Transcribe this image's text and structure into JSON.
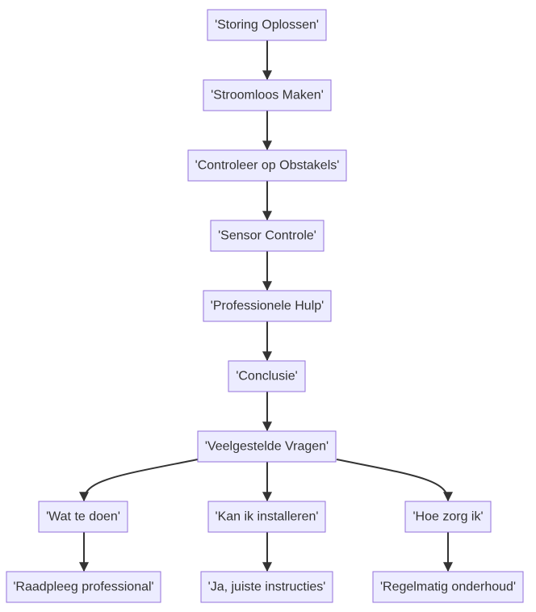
{
  "diagram": {
    "nodes": [
      {
        "id": "storing",
        "label": "'Storing Oplossen'"
      },
      {
        "id": "stroomloos",
        "label": "'Stroomloos Maken'"
      },
      {
        "id": "controleer",
        "label": "'Controleer op Obstakels'"
      },
      {
        "id": "sensor",
        "label": "'Sensor Controle'"
      },
      {
        "id": "hulp",
        "label": "'Professionele Hulp'"
      },
      {
        "id": "conclusie",
        "label": "'Conclusie'"
      },
      {
        "id": "vragen",
        "label": "'Veelgestelde Vragen'"
      },
      {
        "id": "watdoen",
        "label": "'Wat te doen'"
      },
      {
        "id": "installeren",
        "label": "'Kan ik installeren'"
      },
      {
        "id": "zorg",
        "label": "'Hoe zorg ik'"
      },
      {
        "id": "raadpleeg",
        "label": "'Raadpleeg professional'"
      },
      {
        "id": "instructies",
        "label": "'Ja, juiste instructies'"
      },
      {
        "id": "onderhoud",
        "label": "'Regelmatig onderhoud'"
      }
    ],
    "edges": [
      {
        "from": "storing",
        "to": "stroomloos"
      },
      {
        "from": "stroomloos",
        "to": "controleer"
      },
      {
        "from": "controleer",
        "to": "sensor"
      },
      {
        "from": "sensor",
        "to": "hulp"
      },
      {
        "from": "hulp",
        "to": "conclusie"
      },
      {
        "from": "conclusie",
        "to": "vragen"
      },
      {
        "from": "vragen",
        "to": "watdoen"
      },
      {
        "from": "vragen",
        "to": "installeren"
      },
      {
        "from": "vragen",
        "to": "zorg"
      },
      {
        "from": "watdoen",
        "to": "raadpleeg"
      },
      {
        "from": "installeren",
        "to": "instructies"
      },
      {
        "from": "zorg",
        "to": "onderhoud"
      }
    ],
    "colors": {
      "node_fill": "#ececff",
      "node_border": "#9370db",
      "text": "#333333",
      "edge": "#333333",
      "background": "#ffffff"
    }
  }
}
